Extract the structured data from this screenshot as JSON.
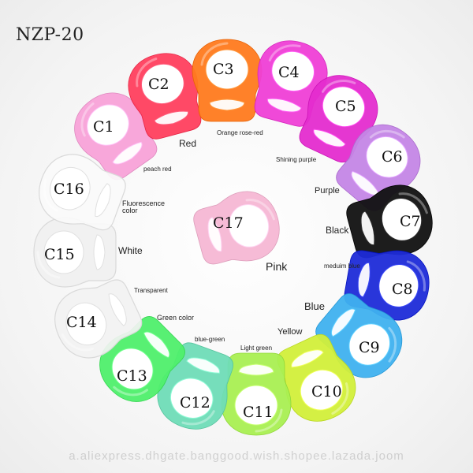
{
  "title": "NZP-20",
  "watermark": "a.aliexpress.dhgate.banggood.wish.shopee.lazada.joom",
  "items": [
    {
      "code": "C1",
      "name": "peach red",
      "color": "#f8a2d8"
    },
    {
      "code": "C2",
      "name": "Red",
      "color": "#ff3f5e"
    },
    {
      "code": "C3",
      "name": "Orange rose-red",
      "color": "#ff7a1e"
    },
    {
      "code": "C4",
      "name": "Shining purple",
      "color": "#ef3fd6"
    },
    {
      "code": "C5",
      "name": "",
      "color": "#e42ccf"
    },
    {
      "code": "C6",
      "name": "Purple",
      "color": "#c486e6"
    },
    {
      "code": "C7",
      "name": "Black",
      "color": "#111111"
    },
    {
      "code": "C8",
      "name": "meduim blue",
      "color": "#1d2bd8"
    },
    {
      "code": "C9",
      "name": "Blue",
      "color": "#3fb1ef"
    },
    {
      "code": "C10",
      "name": "Yellow",
      "color": "#d2ef3a"
    },
    {
      "code": "C11",
      "name": "Light green",
      "color": "#a9ef52"
    },
    {
      "code": "C12",
      "name": "blue-green",
      "color": "#6fdcb7"
    },
    {
      "code": "C13",
      "name": "Green color",
      "color": "#4fef6b"
    },
    {
      "code": "C14",
      "name": "Transparent",
      "color": "#f2f2f2"
    },
    {
      "code": "C15",
      "name": "White",
      "color": "#f0f0f0"
    },
    {
      "code": "C16",
      "name": "Fluorescence color",
      "color": "#fafafa"
    },
    {
      "code": "C17",
      "name": "Pink",
      "color": "#f6b7d4"
    }
  ]
}
